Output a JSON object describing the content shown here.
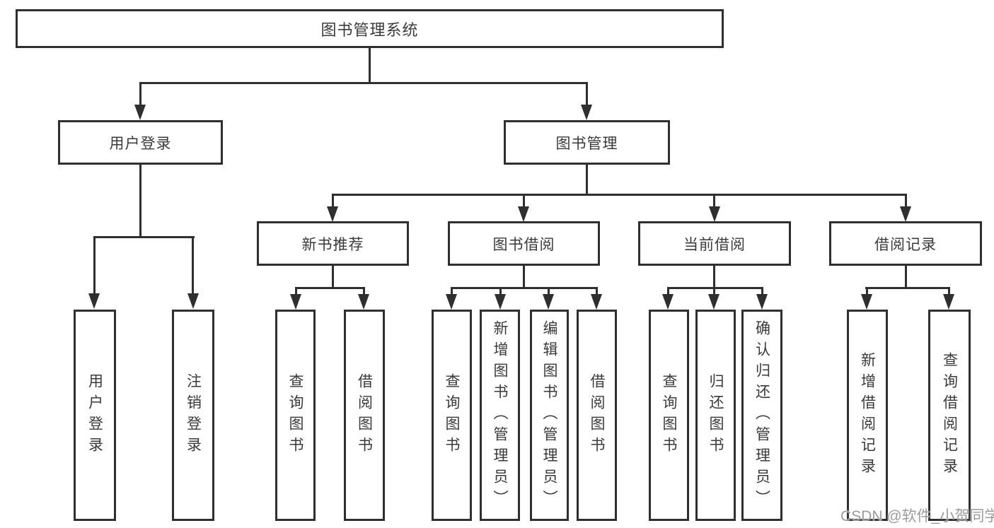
{
  "diagram": {
    "watermark": "CSDN @软件_小贺同学",
    "colors": {
      "line": "#2f2f2f",
      "text": "#3a3a3a",
      "watermark": "#9b9b9b",
      "background": "#ffffff"
    },
    "root": {
      "label": "图书管理系统"
    },
    "level2": [
      {
        "label": "用户登录"
      },
      {
        "label": "图书管理"
      }
    ],
    "level3": [
      {
        "label": "新书推荐"
      },
      {
        "label": "图书借阅"
      },
      {
        "label": "当前借阅"
      },
      {
        "label": "借阅记录"
      }
    ],
    "leaves": {
      "user_login": [
        {
          "label": "用户登录"
        },
        {
          "label": "注销登录"
        }
      ],
      "new_book": [
        {
          "label": "查询图书"
        },
        {
          "label": "借阅图书"
        }
      ],
      "book_borrow": [
        {
          "label": "查询图书"
        },
        {
          "label": "新增图书（管理员）"
        },
        {
          "label": "编辑图书（管理员）"
        },
        {
          "label": "借阅图书"
        }
      ],
      "current_borrow": [
        {
          "label": "查询图书"
        },
        {
          "label": "归还图书"
        },
        {
          "label": "确认归还（管理员）"
        }
      ],
      "borrow_record": [
        {
          "label": "新增借阅记录"
        },
        {
          "label": "查询借阅记录"
        }
      ]
    }
  }
}
